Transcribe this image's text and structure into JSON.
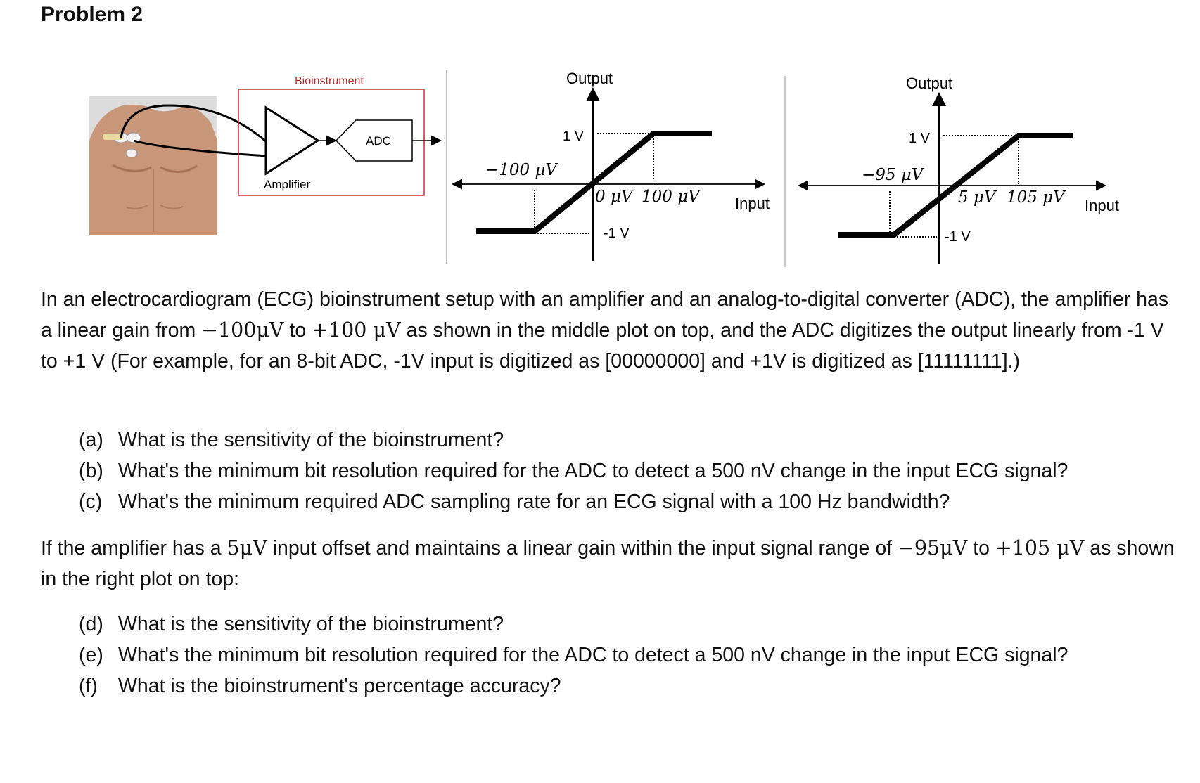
{
  "title": "Problem 2",
  "diagram": {
    "bioinstrument_label": "Bioinstrument",
    "amplifier_label": "Amplifier",
    "adc_label": "ADC",
    "plot_middle": {
      "output_label": "Output",
      "input_label": "Input",
      "high_label": "1 V",
      "low_label": "-1 V",
      "neg_input_label": "−100 μV",
      "zero_label": "0 μV",
      "pos_input_label": "100 μV"
    },
    "plot_right": {
      "output_label": "Output",
      "input_label": "Input",
      "high_label": "1 V",
      "low_label": "-1 V",
      "neg_input_label": "−95 μV",
      "offset_label": "5 μV",
      "pos_input_label": "105 μV"
    }
  },
  "para1": {
    "text1": "In an electrocardiogram (ECG) bioinstrument setup with an amplifier and an analog-to-digital converter (ADC), the amplifier has a linear gain from ",
    "math1": "−100μV",
    "text2": " to ",
    "math2": "+100 μV",
    "text3": " as shown in the middle plot on top, and the ADC digitizes the output linearly from -1 V to +1 V (For example, for an 8-bit ADC, -1V input is digitized as [00000000] and +1V is digitized as [11111111].)"
  },
  "questions1": [
    {
      "label": "(a)",
      "text": "What is the sensitivity of the bioinstrument?"
    },
    {
      "label": "(b)",
      "text": "What's the minimum bit resolution required for the ADC to detect a 500 nV change in the input ECG signal?"
    },
    {
      "label": "(c)",
      "text": "What's the minimum required ADC sampling rate for an ECG signal with a 100 Hz bandwidth?"
    }
  ],
  "para2": {
    "text1": "If the amplifier has a ",
    "math1": "5μV",
    "text2": " input offset and maintains a linear gain within the input signal range of ",
    "math2": "−95μV",
    "text3": " to ",
    "math3": "+105 μV",
    "text4": " as shown in the right plot on top:"
  },
  "questions2": [
    {
      "label": "(d)",
      "text": "What is the sensitivity of the bioinstrument?"
    },
    {
      "label": "(e)",
      "text": "What's the minimum bit resolution required for the ADC to detect a 500 nV change in the input ECG signal?"
    },
    {
      "label": "(f)",
      "text": "What is the bioinstrument's percentage accuracy?"
    }
  ],
  "colors": {
    "box_border": "#d22b2b",
    "box_label": "#b52a2a",
    "skin": "#c89679",
    "background_photo": "#dcdcdc"
  }
}
